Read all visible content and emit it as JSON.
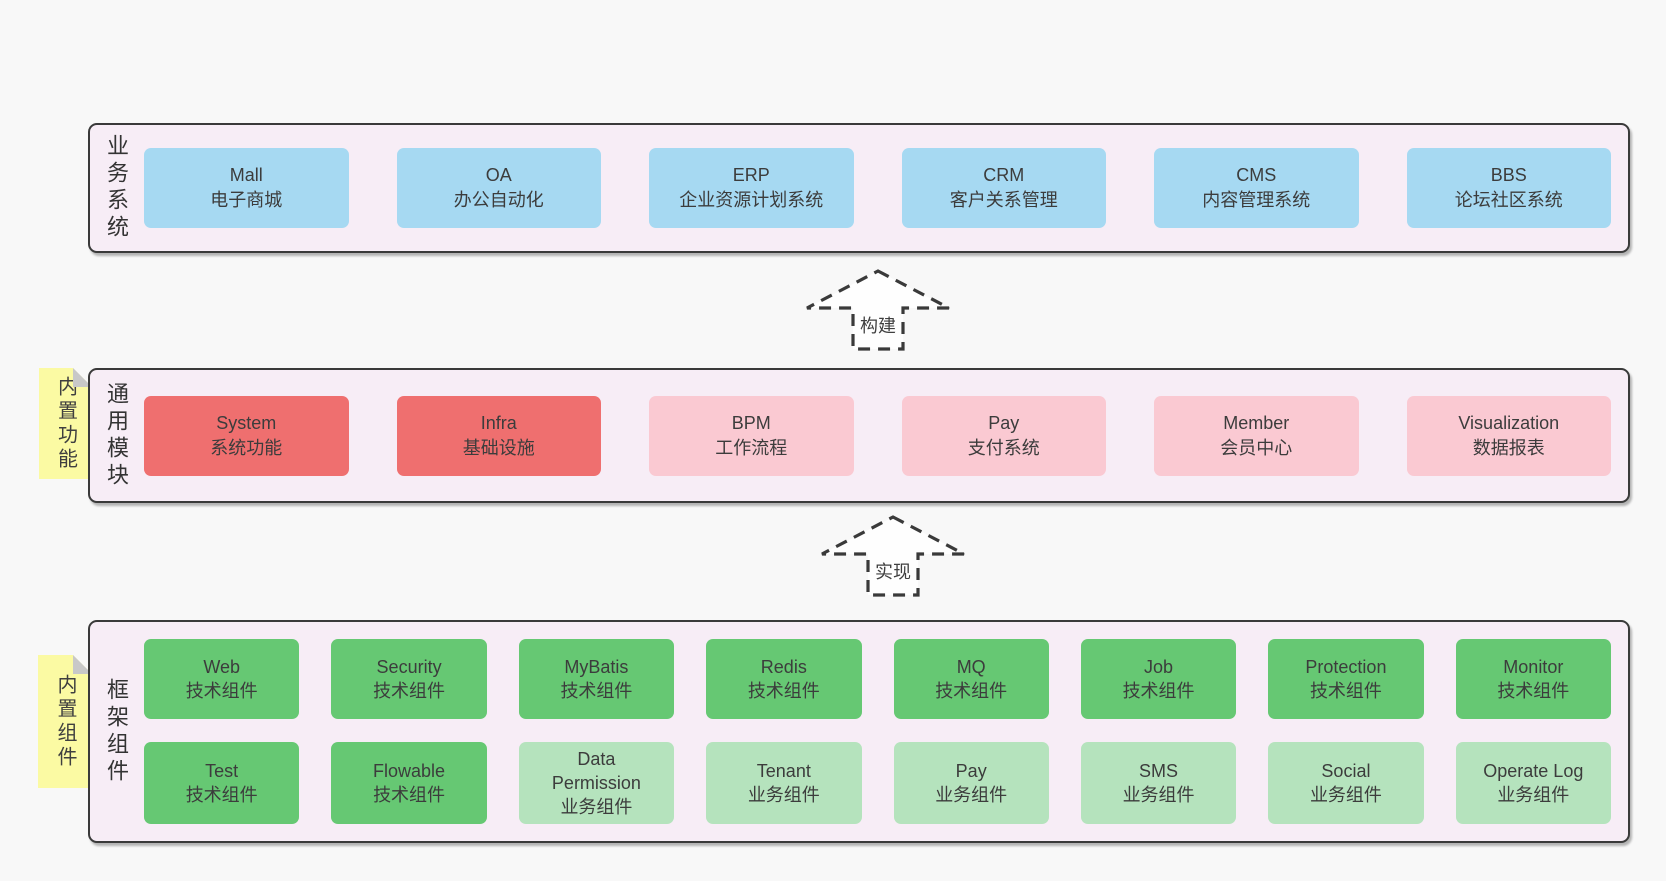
{
  "colors": {
    "page_bg": "#f8f8f8",
    "container_bg": "#f7edf6",
    "container_border": "#3a3a3a",
    "blue_box": "#a6d9f2",
    "red_box": "#ef6f6f",
    "pink_box": "#fac9d2",
    "green_box": "#66c873",
    "light_green_box": "#b5e3bd",
    "note_yellow": "#fbfaa3",
    "text": "#3f3f3f"
  },
  "layers": {
    "business": {
      "label": "业务系统",
      "boxes": [
        {
          "title": "Mall",
          "subtitle": "电子商城"
        },
        {
          "title": "OA",
          "subtitle": "办公自动化"
        },
        {
          "title": "ERP",
          "subtitle": "企业资源计划系统"
        },
        {
          "title": "CRM",
          "subtitle": "客户关系管理"
        },
        {
          "title": "CMS",
          "subtitle": "内容管理系统"
        },
        {
          "title": "BBS",
          "subtitle": "论坛社区系统"
        }
      ]
    },
    "modules": {
      "label": "通用模块",
      "note": "内置功能",
      "boxes": [
        {
          "title": "System",
          "subtitle": "系统功能"
        },
        {
          "title": "Infra",
          "subtitle": "基础设施"
        },
        {
          "title": "BPM",
          "subtitle": "工作流程"
        },
        {
          "title": "Pay",
          "subtitle": "支付系统"
        },
        {
          "title": "Member",
          "subtitle": "会员中心"
        },
        {
          "title": "Visualization",
          "subtitle": "数据报表"
        }
      ]
    },
    "components": {
      "label": "框架组件",
      "note": "内置组件",
      "row1": [
        {
          "title": "Web",
          "subtitle": "技术组件"
        },
        {
          "title": "Security",
          "subtitle": "技术组件"
        },
        {
          "title": "MyBatis",
          "subtitle": "技术组件"
        },
        {
          "title": "Redis",
          "subtitle": "技术组件"
        },
        {
          "title": "MQ",
          "subtitle": "技术组件"
        },
        {
          "title": "Job",
          "subtitle": "技术组件"
        },
        {
          "title": "Protection",
          "subtitle": "技术组件"
        },
        {
          "title": "Monitor",
          "subtitle": "技术组件"
        }
      ],
      "row2": [
        {
          "title": "Test",
          "subtitle": "技术组件"
        },
        {
          "title": "Flowable",
          "subtitle": "技术组件"
        },
        {
          "title": "Data Permission",
          "subtitle": "业务组件"
        },
        {
          "title": "Tenant",
          "subtitle": "业务组件"
        },
        {
          "title": "Pay",
          "subtitle": "业务组件"
        },
        {
          "title": "SMS",
          "subtitle": "业务组件"
        },
        {
          "title": "Social",
          "subtitle": "业务组件"
        },
        {
          "title": "Operate Log",
          "subtitle": "业务组件"
        }
      ]
    }
  },
  "arrows": {
    "build": "构建",
    "implement": "实现"
  }
}
